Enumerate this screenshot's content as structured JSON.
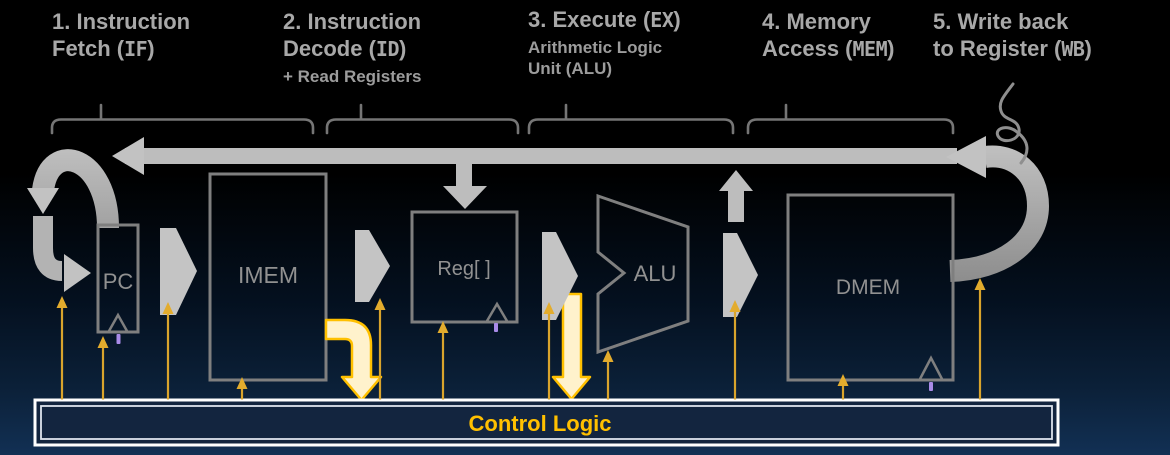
{
  "stages": [
    {
      "line1": "1. Instruction",
      "line2_pre": "Fetch (",
      "code": "IF",
      "line2_post": ")"
    },
    {
      "line1": "2. Instruction",
      "line2_pre": "Decode (",
      "code": "ID",
      "line2_post": ")",
      "sub": "+ Read Registers"
    },
    {
      "line1_pre": "3. Execute (",
      "code": "EX",
      "line1_post": ")",
      "sub1": "Arithmetic Logic",
      "sub2": "Unit (ALU)"
    },
    {
      "line1": "4. Memory",
      "line2_pre": "Access (",
      "code": "MEM",
      "line2_post": ")"
    },
    {
      "line1": "5. Write back",
      "line2_pre": "to Register (",
      "code": "WB",
      "line2_post": ")"
    }
  ],
  "blocks": {
    "pc": "PC",
    "imem": "IMEM",
    "reg": "Reg[ ]",
    "alu": "ALU",
    "dmem": "DMEM"
  },
  "control": {
    "label": "Control Logic"
  },
  "colors": {
    "gold": "#FFC000",
    "gold_light_fill": "#FFF2CC",
    "signal_gold": "#D9A42C",
    "datapath_gray": "#BDBDBD",
    "ribbon_gray": "#A9A9A9",
    "box_outline_gray": "#7F7F7F",
    "label_gray": "#A8A8A8",
    "clock_tick_purple": "#A98BE8",
    "control_bar_fill": "#13253F",
    "background_bottom_navy": "#123054"
  }
}
